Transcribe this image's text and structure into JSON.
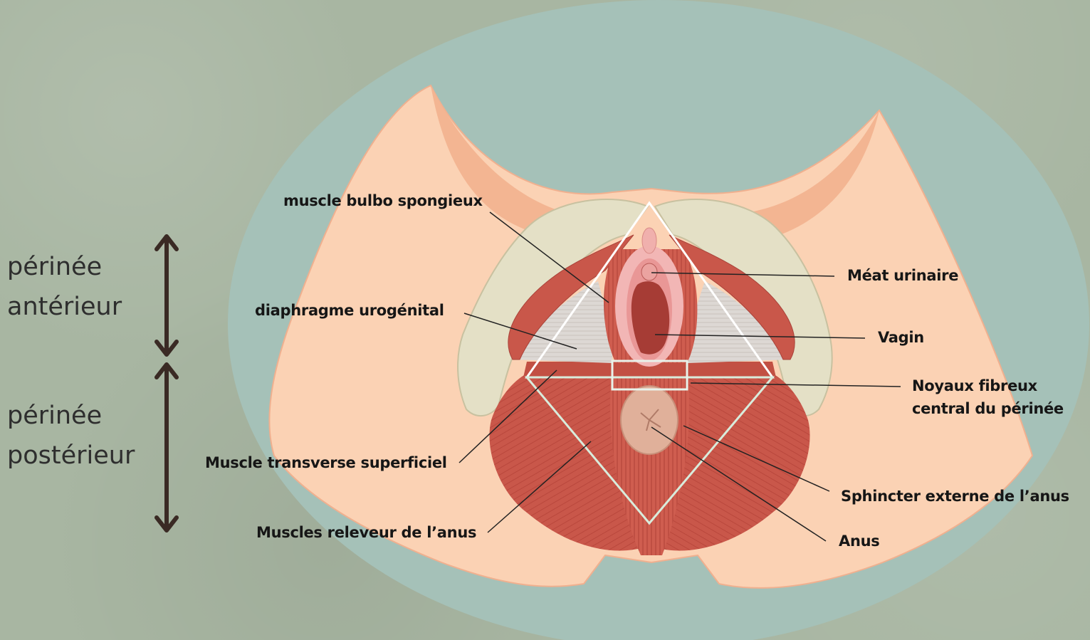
{
  "side_labels": {
    "anterior": [
      "périnée",
      "antérieur"
    ],
    "posterior": [
      "périnée",
      "postérieur"
    ]
  },
  "labels": {
    "bulbo": "muscle bulbo spongieux",
    "diaphragme": "diaphragme urogénital",
    "transverse": "Muscle transverse superficiel",
    "releveur": "Muscles releveur de l’anus",
    "meat": "Méat urinaire",
    "vagin": "Vagin",
    "noyaux": [
      "Noyaux fibreux",
      "central du périnée"
    ],
    "sphincter": "Sphincter externe de l’anus",
    "anus": "Anus"
  },
  "colors": {
    "background": "#a8b6a2",
    "oval": "#a5c1b8",
    "skin": "#fbd2b4",
    "muscle": "#c9574a",
    "bone": "#e4e0c6",
    "arrow": "#3a2a24"
  }
}
